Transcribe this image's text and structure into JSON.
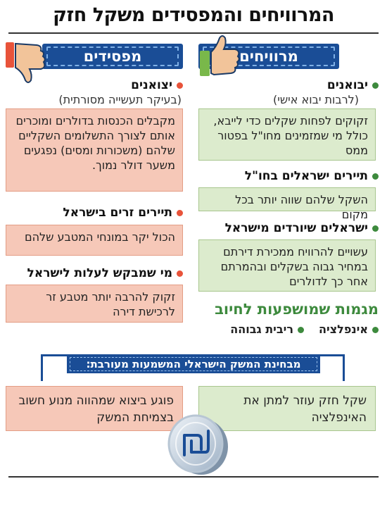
{
  "title": "המרוויחים והמפסידים משקל חזק",
  "columns": {
    "winners": {
      "header": "מרוויחים",
      "items": [
        {
          "heading": "יבואנים",
          "sub": "(לרבות יבוא אישי)",
          "box": "זקוקים לפחות שקלים כדי לייבא, כולל מי שמזמינים מחו\"ל בפטור ממס"
        },
        {
          "heading": "תיירים ישראלים בחו\"ל",
          "sub": "",
          "box": "השקל שלהם שווה יותר בכל מקום"
        },
        {
          "heading": "ישראלים שיורדים מישראל",
          "sub": "",
          "box": "עשויים להרוויח ממכירת דירתם במחיר גבוה בשקלים ובהמרתם אחר כך לדולרים"
        }
      ]
    },
    "losers": {
      "header": "מפסידים",
      "items": [
        {
          "heading": "יצואנים",
          "sub": "(בעיקר תעשייה מסורתית)",
          "box": "מקבלים הכנסות בדולרים ומוכרים אותם לצורך התשלומים השקליים שלהם (משכורות ומסים) נפגעים משער דולר נמוך."
        },
        {
          "heading": "תיירים זרים בישראל",
          "sub": "",
          "box": "הכול יקר במונחי המטבע שלהם"
        },
        {
          "heading": "מי שמבקש לעלות לישראל",
          "sub": "",
          "box": "זקוק להרבה יותר מטבע זר לרכישת דירה"
        }
      ]
    }
  },
  "threats": {
    "title": "מגמות שמושפעות לחיוב",
    "items": [
      "אינפלציה",
      "ריבית גבוהה"
    ]
  },
  "bottom": {
    "label": "מבחינת המשק הישראלי המשמעות מעורבת:",
    "positive": "שקל חזק עוזר למתן את האינפלציה",
    "negative": "פוגע ביצוא שמהווה מנוע חשוב בצמיחת המשק"
  },
  "colors": {
    "navy": "#1a4d96",
    "green_dot": "#3d8a3d",
    "red_dot": "#e8533a",
    "green_box": "#dcebcd",
    "red_box": "#f6c8b8"
  },
  "icons": {
    "winners": "thumbs-up-icon",
    "losers": "thumbs-down-icon",
    "coin": "shekel-coin-icon"
  }
}
